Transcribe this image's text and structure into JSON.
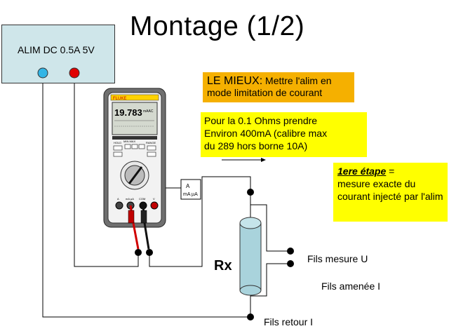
{
  "title": "Montage (1/2)",
  "power_supply": {
    "label": "ALIM DC 0.5A 5V",
    "terminal_neg_color": "#33b5e5",
    "terminal_pos_color": "#e00000"
  },
  "multimeter": {
    "brand": "FLUKE",
    "display_value": "19.783",
    "display_unit": "mAAC",
    "button_labels": [
      "HOLD",
      "MIN MAX",
      "RANGE"
    ],
    "terminal_labels": [
      "A",
      "mA µA",
      "COM",
      "V"
    ],
    "jack_label_top": "A",
    "jack_label_bottom": "mA µA"
  },
  "notes": {
    "best_lead": "LE MIEUX:",
    "best_text": " Mettre l'alim en mode limitation de courant",
    "range_line1": "Pour la 0.1 Ohms prendre",
    "range_line2": "Environ 400mA (calibre max",
    "range_line3": "du 289 hors borne 10A)",
    "step_title": "1ere étape",
    "step_eq": " =",
    "step_text": "mesure exacte du courant injecté par l'alim"
  },
  "labels": {
    "rx": "Rx",
    "fils_mesure": "Fils mesure U",
    "fils_amenee": "Fils amenée I",
    "fils_retour": "Fils retour I"
  },
  "colors": {
    "psu_bg": "#cfe6ea",
    "note_orange": "#f5b000",
    "note_yellow": "#ffff00",
    "resistor": "#a9d3dc"
  }
}
